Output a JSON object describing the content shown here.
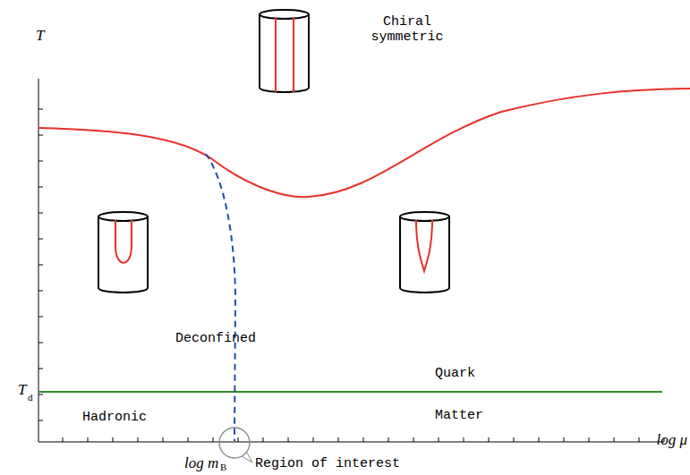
{
  "diagram": {
    "labels": [
      "T",
      "Chiral symmetric",
      "Deconfined",
      "Quark",
      "Matter",
      "Hadronic",
      "T",
      "d",
      "log m",
      "B",
      "Region of interest",
      "log μ"
    ]
  }
}
